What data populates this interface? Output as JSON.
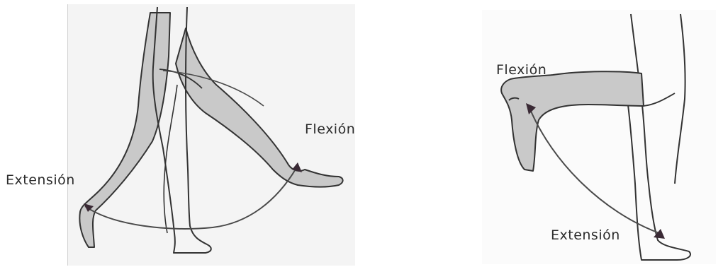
{
  "left_panel": {
    "flexion_label": "Flexión",
    "extension_label": "Extensión"
  },
  "right_panel": {
    "flexion_label": "Flexión",
    "extension_label": "Extensión"
  },
  "colors": {
    "leg_fill": "#c9c9c9",
    "outline": "#333333",
    "arrow": "#3a2a35",
    "arc": "#4a4a4a"
  }
}
